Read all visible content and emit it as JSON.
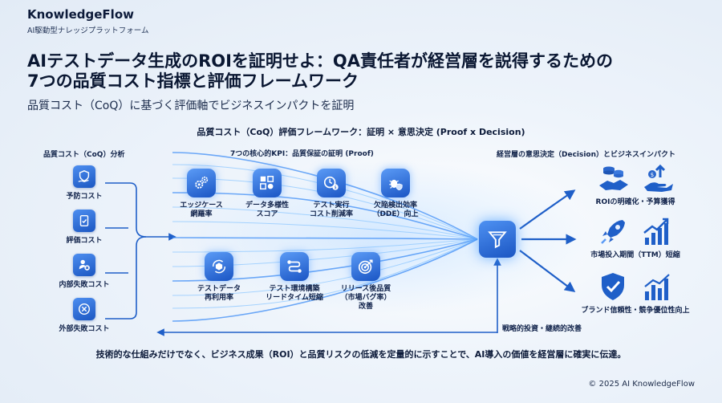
{
  "brand": {
    "name": "KnowledgeFlow",
    "tagline": "AI駆動型ナレッジプラットフォーム"
  },
  "title": {
    "line1": "AIテストデータ生成のROIを証明せよ：QA責任者が経営層を説得するための",
    "line2": "7つの品質コスト指標と評価フレームワーク"
  },
  "subtitle": "品質コスト（CoQ）に基づく評価軸でビジネスインパクトを証明",
  "framework_title": "品質コスト（CoQ）評価フレームワーク：証明 × 意思決定 (Proof x Decision)",
  "left": {
    "header": "品質コスト（CoQ）分析",
    "items": [
      {
        "label": "予防コスト",
        "icon": "shield-hand-icon"
      },
      {
        "label": "評価コスト",
        "icon": "clipboard-check-icon"
      },
      {
        "label": "内部失敗コスト",
        "icon": "person-cross-icon"
      },
      {
        "label": "外部失敗コスト",
        "icon": "cross-circle-icon"
      }
    ]
  },
  "kpis": {
    "header": "7つの核心的KPI：品質保証の証明 (Proof)",
    "items": [
      {
        "label": "エッジケース\n網羅率",
        "icon": "gears-icon"
      },
      {
        "label": "データ多様性\nスコア",
        "icon": "data-grid-icon"
      },
      {
        "label": "テスト実行\nコスト削減率",
        "icon": "clock-coin-icon"
      },
      {
        "label": "欠陥検出効率\n（DDE）向上",
        "icon": "bug-shield-icon"
      },
      {
        "label": "テストデータ\n再利用率",
        "icon": "recycle-cube-icon"
      },
      {
        "label": "テスト環境構築\nリードタイム短縮",
        "icon": "flow-path-icon"
      },
      {
        "label": "リリース後品質\n（市場バグ率）\n改善",
        "icon": "target-icon"
      }
    ]
  },
  "right": {
    "header": "経営層の意思決定（Decision）とビジネスインパクト",
    "items": [
      {
        "label": "ROIの明確化・予算獲得",
        "icons": [
          "coins-handshake-icon",
          "money-hand-icon"
        ]
      },
      {
        "label": "市場投入期間（TTM）短縮",
        "icons": [
          "rocket-icon",
          "bar-growth-icon"
        ]
      },
      {
        "label": "ブランド信頼性・競争優位性向上",
        "icons": [
          "shield-check-icon",
          "bar-chart-icon"
        ]
      }
    ]
  },
  "funnel_icon": "funnel-icon",
  "feedback_label": "戦略的投資・継続的改善",
  "conclusion": "技術的な仕組みだけでなく、ビジネス成果（ROI）と品質リスクの低減を定量的に示すことで、AI導入の価値を経営層に確実に伝達。",
  "copyright": "© 2025 AI KnowledgeFlow",
  "colors": {
    "accent": "#1f5fc8",
    "accent_light": "#4e91f2",
    "glow": "#7fc2ff",
    "text": "#0d1b3a"
  }
}
